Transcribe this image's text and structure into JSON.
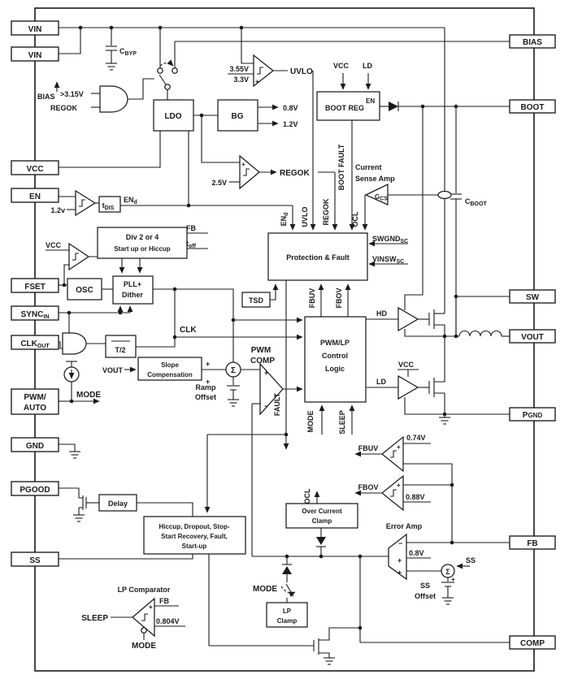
{
  "pins": {
    "vin1": "VIN",
    "vin2": "VIN",
    "vcc": "VCC",
    "en": "EN",
    "fset": "FSET",
    "sync_main": "SYNC",
    "sync_sub": "IN",
    "clk_main": "CLK",
    "clk_sub": "OUT",
    "pwm1": "PWM/",
    "pwm2": "AUTO",
    "gnd": "GND",
    "pgood": "PGOOD",
    "ss": "SS",
    "bias": "BIAS",
    "boot": "BOOT",
    "sw": "SW",
    "vout": "VOUT",
    "pgnd_main": "P",
    "pgnd_sub": "GND",
    "fb": "FB",
    "comp": "COMP"
  },
  "labels": {
    "cbyp_main": "C",
    "cbyp_sub": "BYP",
    "bias_and": "BIAS",
    "gt315": ">3.15V",
    "regok_and": "REGOK",
    "ldo": "LDO",
    "bg": "BG",
    "out08": "0.8V",
    "out12": "1.2V",
    "th355": "3.55V",
    "th33": "3.3V",
    "uvlo": "UVLO",
    "bootreg": "BOOT REG",
    "bootreg_en": "EN",
    "bootreg_vcc": "VCC",
    "bootreg_ld": "LD",
    "boot_fault": "BOOT FAULT",
    "th25": "2.5V",
    "regok_out": "REGOK",
    "th12": "1.2v",
    "tdis_main": "t",
    "tdis_sub": "DIS",
    "end_main": "EN",
    "end_sub": "d",
    "div1": "Div 2 or 4",
    "div2": "Start up or Hiccup",
    "div_fb": "FB",
    "toff_main": "t",
    "toff_sub": "off",
    "vcc_cmp": "VCC",
    "osc": "OSC",
    "pll1": "PLL+",
    "pll2": "Dither",
    "clk": "CLK",
    "t2": "T/2",
    "vout_in": "VOUT",
    "slope1": "Slope",
    "slope2": "Compensation",
    "ramp1": "Ramp",
    "ramp2": "Offset",
    "mode_out": "MODE",
    "pwmc1": "PWM",
    "pwmc2": "COMP",
    "fault": "FAULT",
    "prot": "Protection & Fault",
    "tsd": "TSD",
    "prot_end_main": "EN",
    "prot_end_sub": "d",
    "prot_uvlo": "UVLO",
    "prot_regok": "REGOK",
    "prot_ocl": "OCL",
    "swgnd_main": "SWGND",
    "swgnd_sub": "SC",
    "vinsw_main": "VINSW",
    "vinsw_sub": "SC",
    "fbuv_prot": "FBUV",
    "fbov_prot": "FBOV",
    "ctl1": "PWM/LP",
    "ctl2": "Control",
    "ctl3": "Logic",
    "mode_in": "MODE",
    "sleep_in": "SLEEP",
    "hd": "HD",
    "ld": "LD",
    "vcc_drv": "VCC",
    "cs1": "Current",
    "cs2": "Sense Amp",
    "gcs_main": "G",
    "gcs_sub": "CS",
    "cboot_main": "C",
    "cboot_sub": "BOOT",
    "fbuv": "FBUV",
    "th074": "0.74V",
    "fbov": "FBOV",
    "th088": "0.88V",
    "erramp": "Error Amp",
    "th08": "0.8V",
    "ss_sig": "SS",
    "ssoff1": "SS",
    "ssoff2": "Offset",
    "occ1": "Over Current",
    "occ2": "Clamp",
    "ocl": "OCL",
    "mode_sw": "MODE",
    "lpc1": "LP",
    "lpc2": "Clamp",
    "delay": "Delay",
    "hic1": "Hiccup, Dropout, Stop-",
    "hic2": "Start Recovery, Fault,",
    "hic3": "Start-up",
    "lpcomp": "LP Comparator",
    "sleep_out": "SLEEP",
    "lp_fb": "FB",
    "th0804": "0.804V",
    "lp_mode": "MODE",
    "sigma": "Σ",
    "plus": "+",
    "minus": "−"
  }
}
